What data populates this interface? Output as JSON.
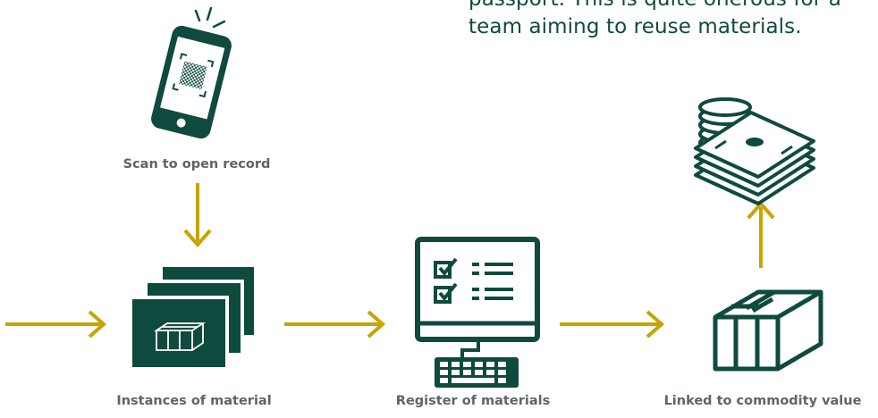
{
  "intro_text": {
    "line1": "passport. This is quite onerous for a",
    "line2": "team aiming to reuse materials."
  },
  "steps": {
    "scan": {
      "label": "Scan to open record",
      "icon": "smartphone-qr-icon"
    },
    "instances": {
      "label": "Instances of material",
      "icon": "stacked-material-cards-icon"
    },
    "register": {
      "label": "Register of materials",
      "icon": "computer-checklist-icon"
    },
    "commodity": {
      "label": "Linked to commodity value",
      "icon": "concrete-block-icon"
    },
    "money": {
      "icon": "coins-and-banknotes-icon"
    }
  },
  "colors": {
    "icon": "#0f4a3f",
    "arrow": "#c8a400",
    "label": "#5e6468",
    "text": "#0f4a3f"
  }
}
